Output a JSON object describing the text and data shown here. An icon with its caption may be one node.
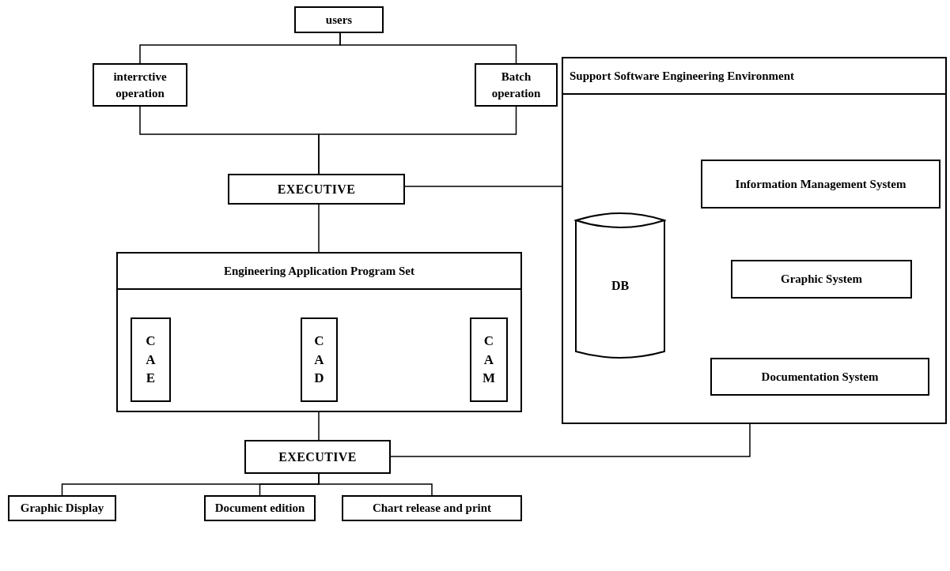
{
  "diagram": {
    "nodes": [
      {
        "text": [
          "users"
        ]
      },
      {
        "text": [
          "interrctive operation"
        ]
      },
      {
        "text": [
          "Batch operation"
        ]
      },
      {
        "text": [
          "EXECUTIVE"
        ]
      },
      {
        "text": [
          "Support Software Engineering Environment"
        ]
      },
      {
        "text": [
          "Information Management System"
        ],
        "in": 4
      },
      {
        "text": [
          "DB"
        ],
        "in": 4
      },
      {
        "text": [
          "Graphic System"
        ],
        "in": 4
      },
      {
        "text": [
          "Documentation System"
        ],
        "in": 4
      },
      {
        "text": [
          "Engineering Application Program Set"
        ]
      },
      {
        "text": [
          "CAE"
        ],
        "in": 9
      },
      {
        "text": [
          "CAD"
        ],
        "in": 9
      },
      {
        "text": [
          "CAM"
        ],
        "in": 9
      },
      {
        "text": [
          "EXECUTIVE"
        ]
      },
      {
        "text": [
          "Graphic Display"
        ]
      },
      {
        "text": [
          "Document edition"
        ]
      },
      {
        "text": [
          "Chart release and print"
        ]
      }
    ],
    "edges": [
      {
        "from": 0,
        "to": 1,
        "arrow": "none"
      },
      {
        "from": 0,
        "to": 2,
        "arrow": "none"
      },
      {
        "from": 1,
        "to": 3,
        "arrow": "none"
      },
      {
        "from": 2,
        "to": 3,
        "arrow": "none"
      },
      {
        "from": 3,
        "to": 4,
        "arrow": "none"
      },
      {
        "from": 3,
        "to": 9,
        "arrow": "none"
      },
      {
        "from": 9,
        "to": 13,
        "arrow": "none"
      },
      {
        "from": 13,
        "to": 4,
        "arrow": "none"
      },
      {
        "from": 13,
        "to": 14,
        "arrow": "none"
      },
      {
        "from": 13,
        "to": 15,
        "arrow": "none"
      },
      {
        "from": 13,
        "to": 16,
        "arrow": "none"
      }
    ]
  }
}
